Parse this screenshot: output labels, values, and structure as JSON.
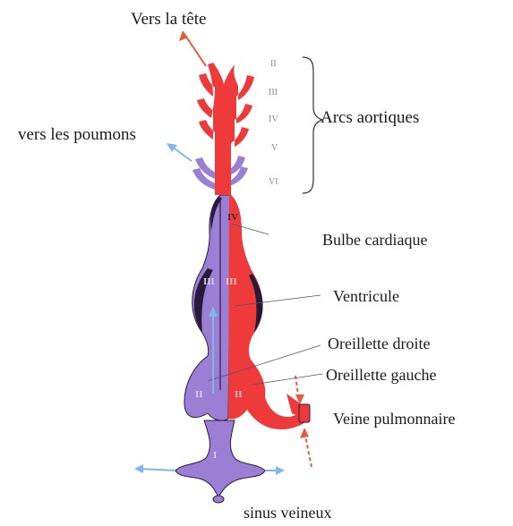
{
  "labels": {
    "vers_la_tete": "Vers la tête",
    "vers_les_poumons": "vers les poumons",
    "arcs_aortiques": "Arcs aortiques",
    "bulbe_cardiaque": "Bulbe cardiaque",
    "ventricule": "Ventricule",
    "oreillette_droite": "Oreillette droite",
    "oreillette_gauche": "Oreillette gauche",
    "veine_pulmonnaire": "Veine pulmonnaire",
    "sinus_veineux": "sinus veineux"
  },
  "arch_numerals": [
    "II",
    "III",
    "IV",
    "V",
    "VI"
  ],
  "chamber_numerals": {
    "bulbe": "IV",
    "ventricle_left": "III",
    "ventricle_right": "III",
    "atrium_left": "II",
    "atrium_right": "II",
    "sinus": "I"
  },
  "colors": {
    "oxygenated": "#ee3a3a",
    "deoxygenated": "#9b7fd4",
    "outline": "#2a1a3a",
    "arrow_light_blue": "#7fb8e6",
    "arrow_red": "#e85a3a",
    "text": "#1a1a1a"
  }
}
